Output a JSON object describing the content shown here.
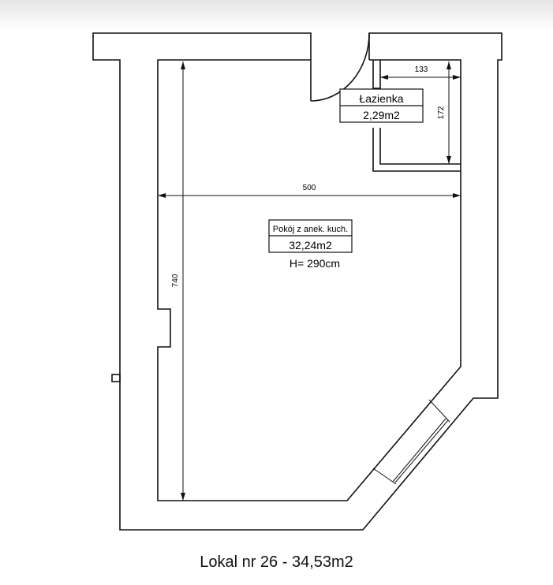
{
  "plan": {
    "title": "Lokal nr 26 - 34,53m2",
    "rooms": [
      {
        "name": "Łazienka",
        "area": "2,29m2"
      },
      {
        "name": "Pokój z anek. kuch.",
        "area": "32,24m2",
        "height": "H= 290cm"
      }
    ],
    "dimensions": {
      "bath_width": "133",
      "bath_depth": "172",
      "room_width": "500",
      "room_length": "740"
    }
  }
}
